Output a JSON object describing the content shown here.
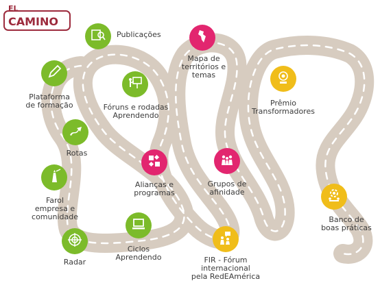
{
  "logo": {
    "text_top": "EL",
    "text_main": "CAMINO"
  },
  "colors": {
    "green": "#7cbb2a",
    "pink": "#e2266f",
    "yellow": "#f0bd1a",
    "road": "#d7ccc0",
    "logo": "#9c2a3c"
  },
  "items": {
    "publicacoes": {
      "label": "Publicações",
      "icon": "search-book-icon"
    },
    "mapa": {
      "label": "Mapa de\nterritórios e\ntemas",
      "icon": "map-icon"
    },
    "plataforma": {
      "label": "Plataforma\nde formação",
      "icon": "pencil-icon"
    },
    "foruns": {
      "label": "Fóruns e rodadas\nAprendendo",
      "icon": "presentation-icon"
    },
    "premio": {
      "label": "Prêmio\nTransformadores",
      "icon": "trophy-icon"
    },
    "rotas": {
      "label": "Rotas",
      "icon": "route-icon"
    },
    "farol": {
      "label": "Farol\nempresa e\ncomunidade",
      "icon": "lighthouse-icon"
    },
    "aliancas": {
      "label": "Alianças e\nprogramas",
      "icon": "puzzle-icon"
    },
    "grupos": {
      "label": "Grupos de\nafinidade",
      "icon": "people-icon"
    },
    "banco": {
      "label": "Banco de\nboas práticas",
      "icon": "gear-people-icon"
    },
    "radar": {
      "label": "Radar",
      "icon": "radar-icon"
    },
    "ciclos": {
      "label": "Ciclos\nAprendendo",
      "icon": "laptop-icon"
    },
    "fir": {
      "label": "FIR - Fórum\ninternacional\npela RedEAmérica",
      "icon": "dialog-people-icon"
    }
  }
}
